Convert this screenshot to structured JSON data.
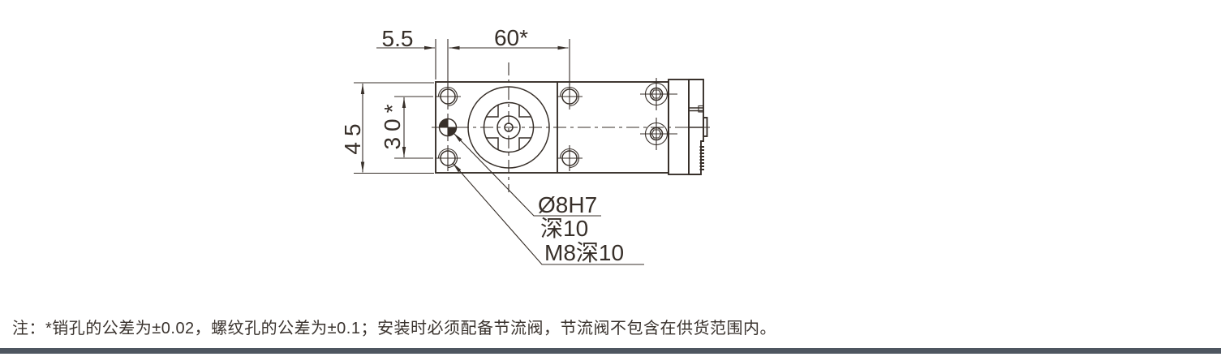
{
  "drawing": {
    "dimensions": {
      "offset_55": "5.5",
      "pitch_60": "60*",
      "height_45": "45",
      "pitch_30": "30*"
    },
    "callouts": {
      "pin_hole_dia": "Ø8H7",
      "pin_hole_depth": "深10",
      "thread_spec": "M8深10"
    }
  },
  "note": {
    "text": "注：*销孔的公差为±0.02，螺纹孔的公差为±0.1；安装时必须配备节流阀，节流阀不包含在供货范围内。"
  },
  "colors": {
    "line": "#372f29",
    "text": "#3a332e",
    "footer_bar": "#4e5660"
  }
}
